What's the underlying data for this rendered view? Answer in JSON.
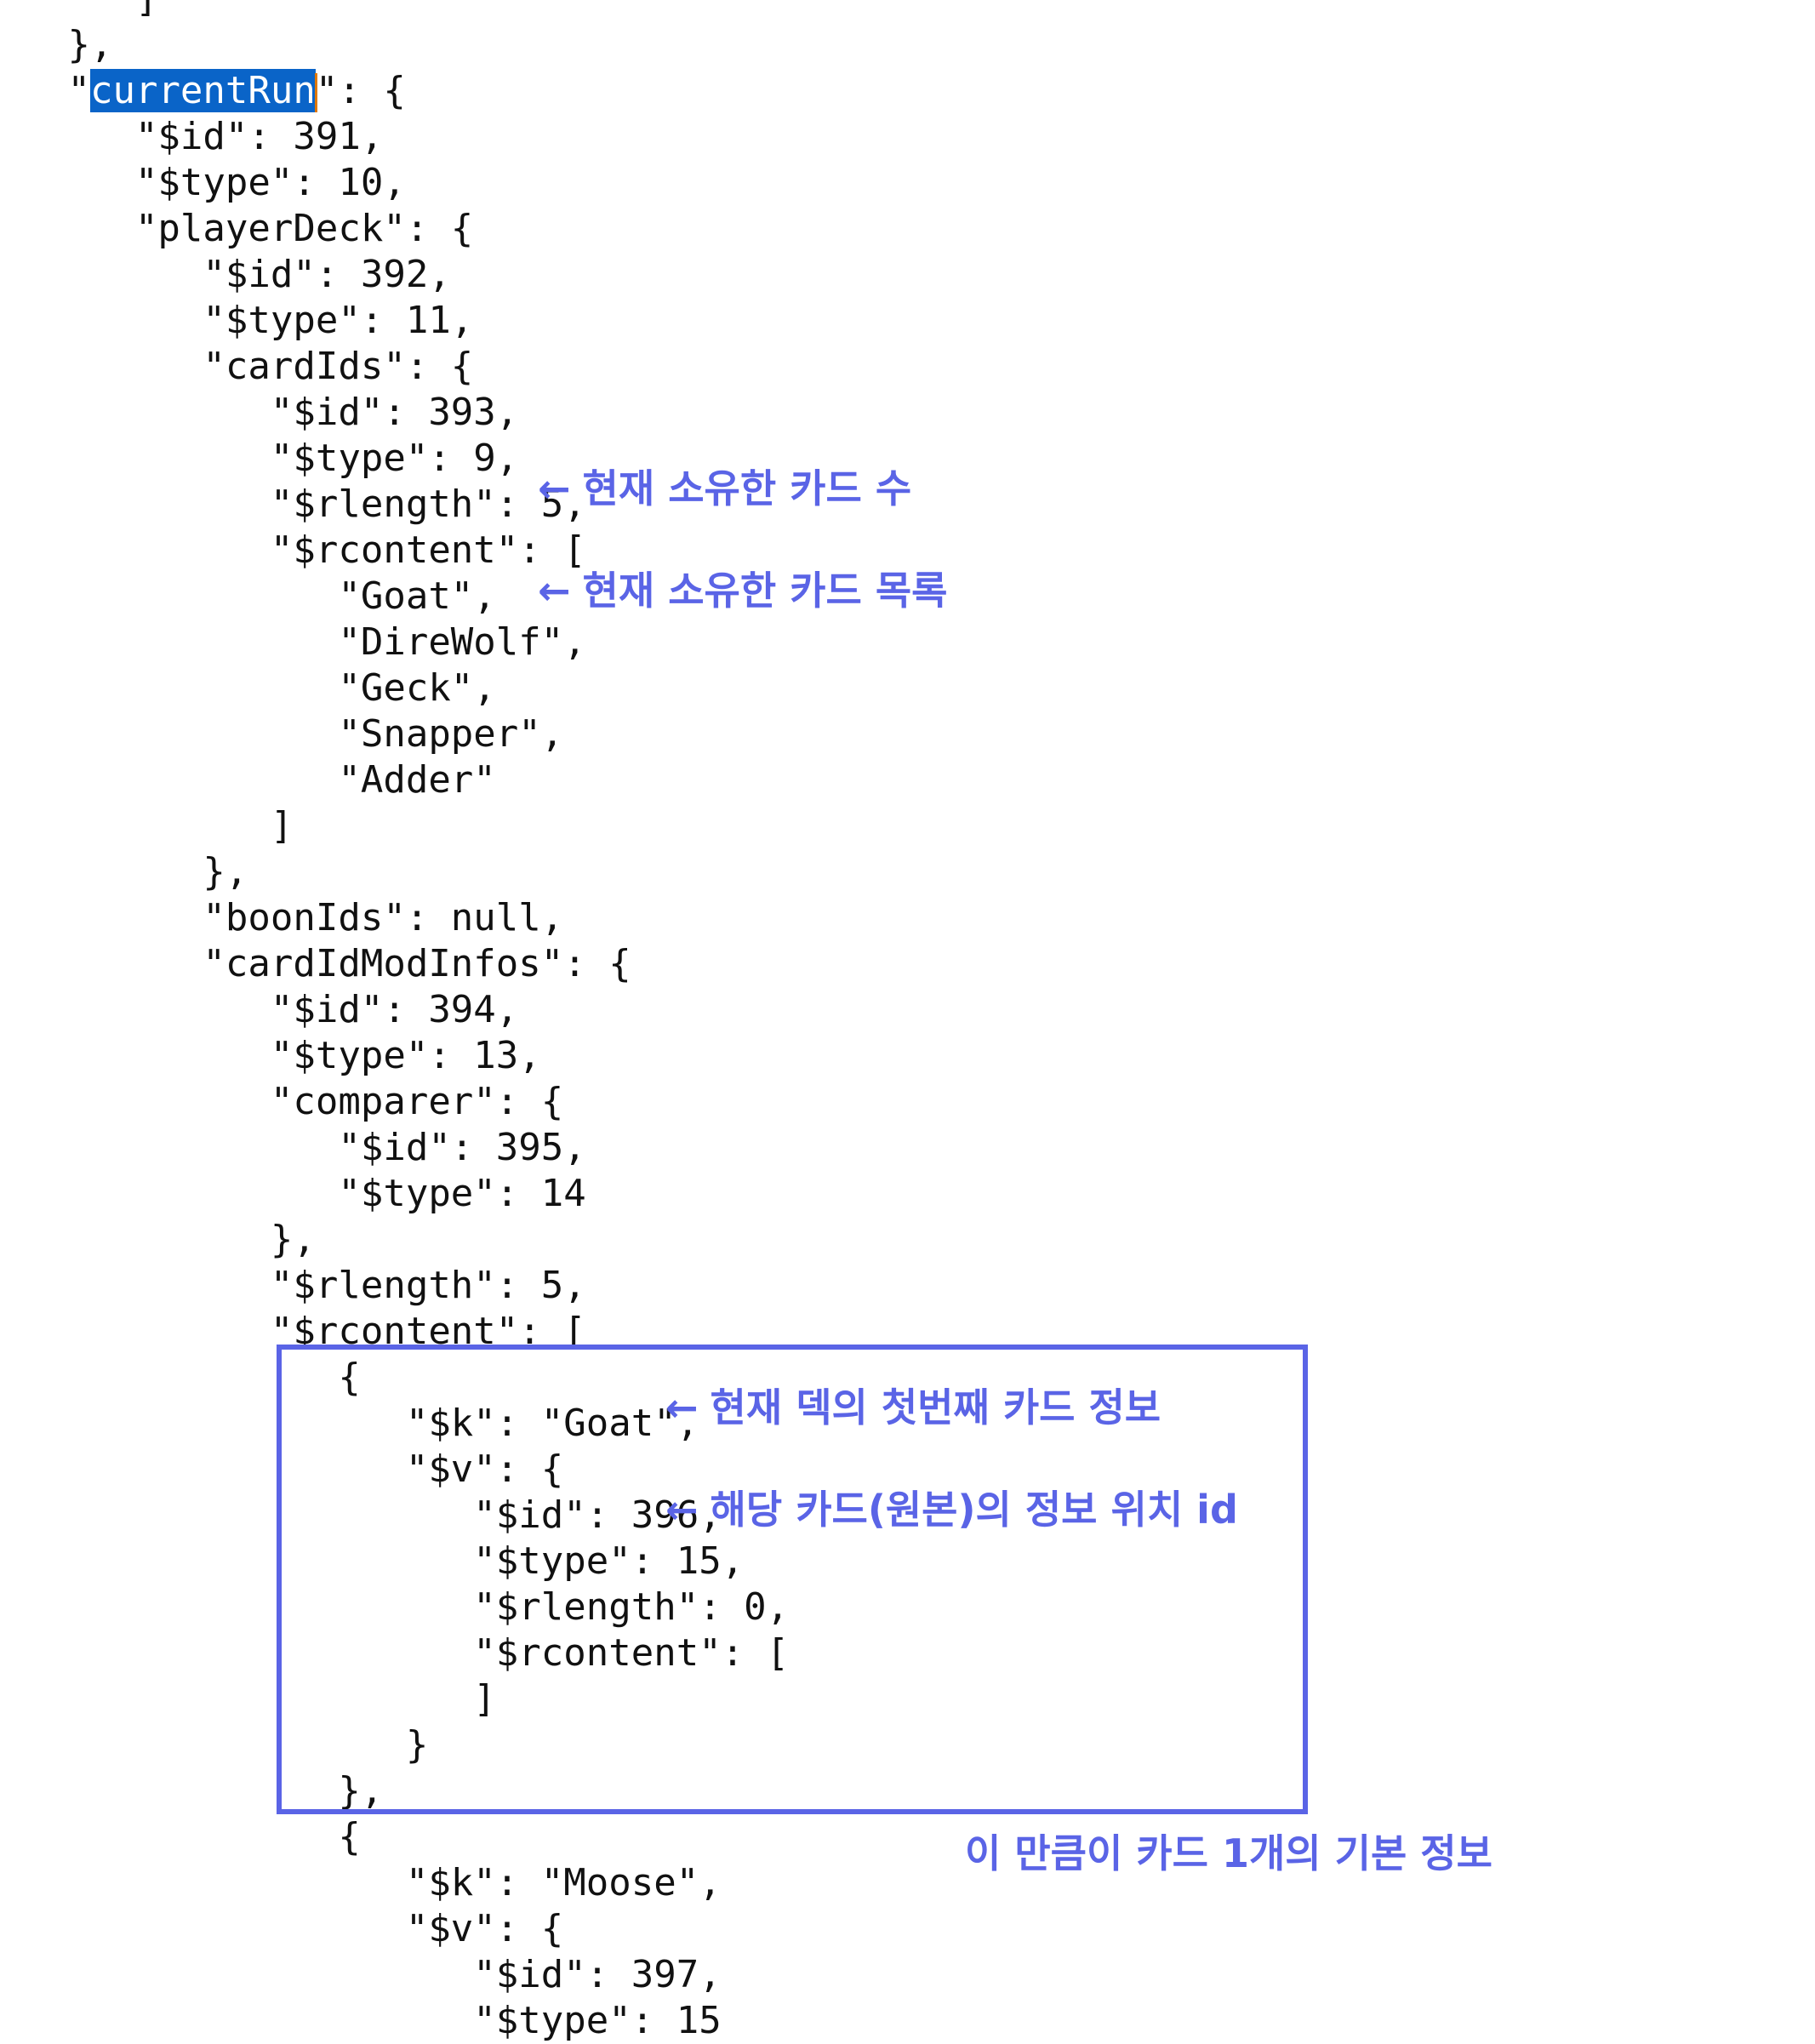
{
  "colors": {
    "annotation": "#5a64e6",
    "selection": "#0a64c8",
    "caret": "#e07800",
    "text": "#111111"
  },
  "code_lines": [
    "      ]",
    "   },",
    "   \"currentRun\": {",
    "      \"$id\": 391,",
    "      \"$type\": 10,",
    "      \"playerDeck\": {",
    "         \"$id\": 392,",
    "         \"$type\": 11,",
    "         \"cardIds\": {",
    "            \"$id\": 393,",
    "            \"$type\": 9,",
    "            \"$rlength\": 5,",
    "            \"$rcontent\": [",
    "               \"Goat\",",
    "               \"DireWolf\",",
    "               \"Geck\",",
    "               \"Snapper\",",
    "               \"Adder\"",
    "            ]",
    "         },",
    "         \"boonIds\": null,",
    "         \"cardIdModInfos\": {",
    "            \"$id\": 394,",
    "            \"$type\": 13,",
    "            \"comparer\": {",
    "               \"$id\": 395,",
    "               \"$type\": 14",
    "            },",
    "            \"$rlength\": 5,",
    "            \"$rcontent\": [",
    "               {",
    "                  \"$k\": \"Goat\",",
    "                  \"$v\": {",
    "                     \"$id\": 396,",
    "                     \"$type\": 15,",
    "                     \"$rlength\": 0,",
    "                     \"$rcontent\": [",
    "                     ]",
    "                  }",
    "               },",
    "               {",
    "                  \"$k\": \"Moose\",",
    "                  \"$v\": {",
    "                     \"$id\": 397,",
    "                     \"$type\": 15"
  ],
  "selection": {
    "line": 2,
    "before": "   \"",
    "selected": "currentRun",
    "after": "\": {"
  },
  "annotations": {
    "arrow": "←",
    "card_count": "현재 소유한 카드 수",
    "card_list": "현재 소유한 카드 목록",
    "first_card_info": "현재 덱의 첫번째 카드 정보",
    "original_info_id": "해당 카드(원본)의 정보 위치 id",
    "box_caption": "이 만큼이 카드 1개의 기본 정보"
  }
}
